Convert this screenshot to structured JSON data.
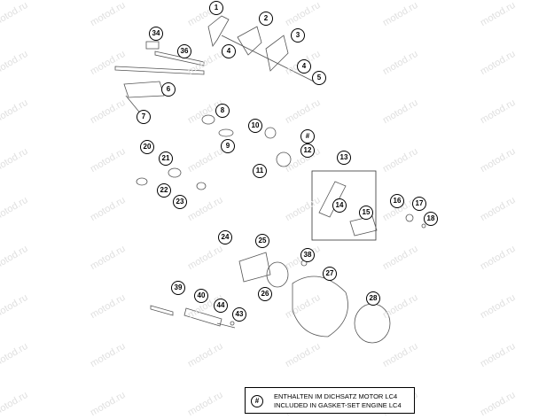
{
  "watermark": "motod.ru",
  "callouts": [
    "1",
    "2",
    "3",
    "4",
    "4",
    "5",
    "6",
    "7",
    "8",
    "9",
    "10",
    "11",
    "12",
    "#",
    "13",
    "14",
    "15",
    "16",
    "17",
    "18",
    "20",
    "21",
    "22",
    "23",
    "24",
    "25",
    "26",
    "27",
    "28",
    "34",
    "36",
    "38",
    "39",
    "40",
    "43",
    "44"
  ],
  "legend": {
    "symbol": "#",
    "line1": "ENTHALTEN IM DICHSATZ MOTOR LC4",
    "line2": "INCLUDED IN GASKET-SET ENGINE LC4"
  }
}
